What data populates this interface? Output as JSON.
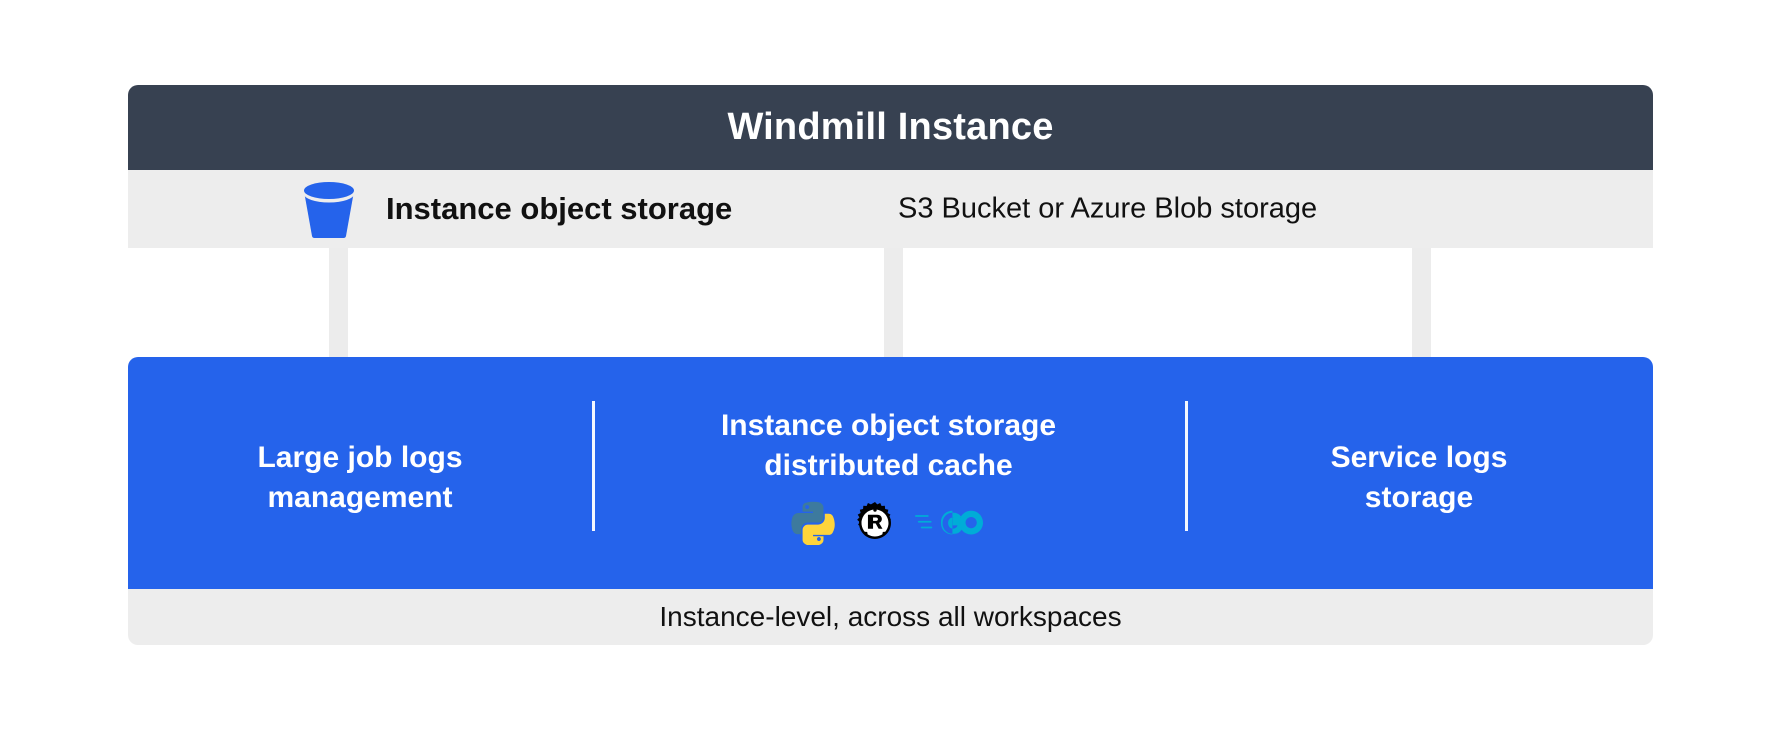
{
  "header": {
    "title": "Windmill Instance",
    "background_color": "#374151",
    "text_color": "#ffffff"
  },
  "storage_row": {
    "icon": "s3-bucket-icon",
    "icon_color": "#2563eb",
    "label": "Instance object storage",
    "sublabel": "S3 Bucket or Azure Blob storage",
    "background_color": "#ededed"
  },
  "arrows": {
    "color": "#ececec",
    "count": 3,
    "positions": [
      335,
      890,
      1418
    ]
  },
  "features": {
    "background_color": "#2563eb",
    "text_color": "#ffffff",
    "columns": [
      {
        "title": "Large job logs\nmanagement",
        "icons": []
      },
      {
        "title": "Instance object storage\ndistributed cache",
        "icons": [
          "python-icon",
          "rust-icon",
          "go-icon"
        ]
      },
      {
        "title": "Service logs\nstorage",
        "icons": []
      }
    ]
  },
  "footer": {
    "text": "Instance-level, across all workspaces",
    "background_color": "#ededed",
    "text_color": "#111111"
  },
  "icon_colors": {
    "python_blue": "#366a96",
    "python_yellow": "#ffd43b",
    "rust_black": "#000000",
    "go_cyan": "#00acd7"
  }
}
